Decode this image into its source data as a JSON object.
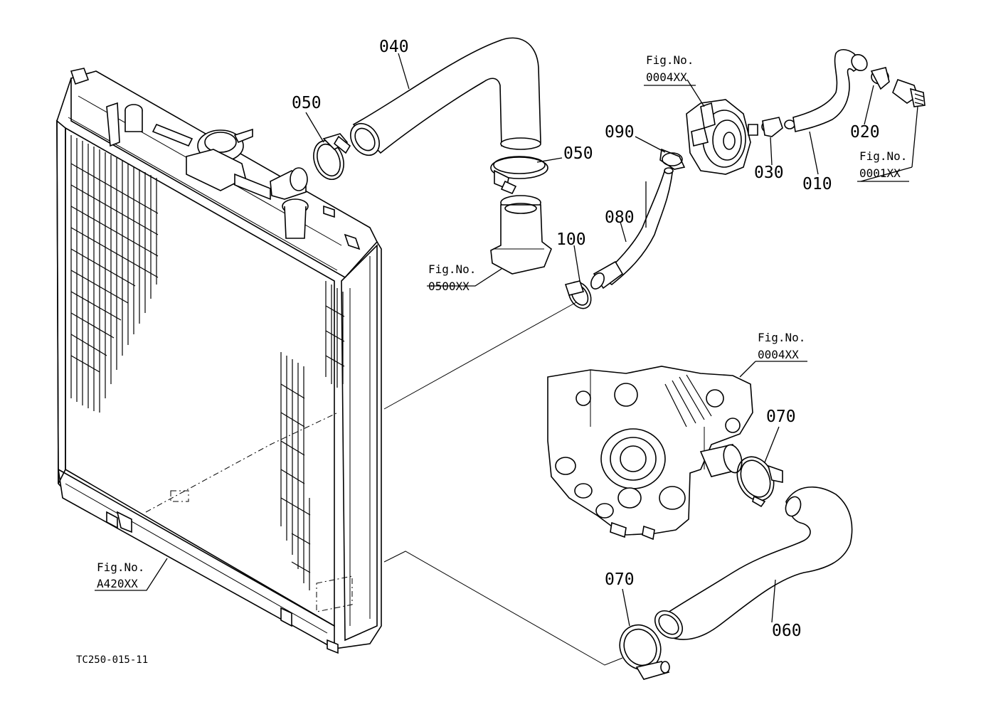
{
  "diagram": {
    "drawing_code": "TC250-015-11",
    "callouts": {
      "p010": "010",
      "p020": "020",
      "p030": "030",
      "p040": "040",
      "p050a": "050",
      "p050b": "050",
      "p060": "060",
      "p070a": "070",
      "p070b": "070",
      "p080": "080",
      "p090": "090",
      "p100": "100"
    },
    "figure_refs": [
      {
        "label": "Fig.No.",
        "number": "0004XX"
      },
      {
        "label": "Fig.No.",
        "number": "0001XX"
      },
      {
        "label": "Fig.No.",
        "number": "0500XX"
      },
      {
        "label": "Fig.No.",
        "number": "0004XX"
      },
      {
        "label": "Fig.No.",
        "number": "A420XX"
      }
    ]
  }
}
